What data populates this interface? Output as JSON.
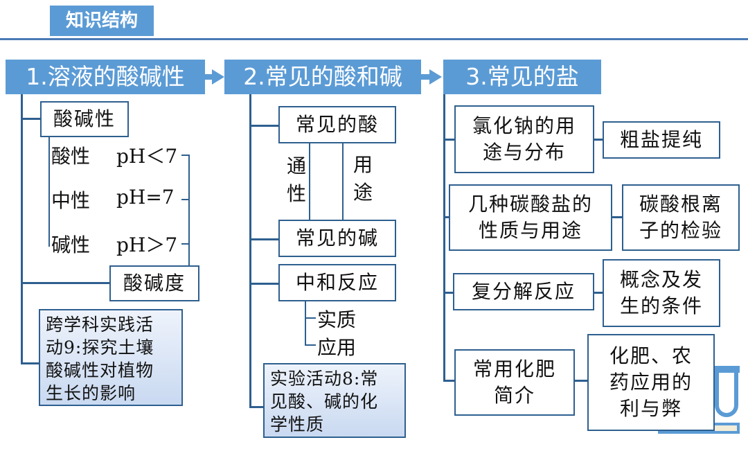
{
  "title": "知识结构",
  "colors": {
    "header_bg": "#5b9bd5",
    "line": "#2e5f8f",
    "note_bg": "#c9d9f1"
  },
  "headers": {
    "h1": "1.溶液的酸碱性",
    "h2": "2.常见的酸和碱",
    "h3": "3.常见的盐"
  },
  "col1": {
    "acidity": "酸碱性",
    "rows": [
      {
        "label": "酸性",
        "value": "pH＜7"
      },
      {
        "label": "中性",
        "value": "pH=7"
      },
      {
        "label": "碱性",
        "value": "pH＞7"
      }
    ],
    "degree": "酸碱度",
    "note": [
      "跨学科实践活",
      "动9:探究土壤",
      "酸碱性对植物",
      "生长的影响"
    ]
  },
  "col2": {
    "acid": "常见的酸",
    "commonality": [
      "通",
      "性"
    ],
    "usage": [
      "用",
      "途"
    ],
    "base": "常见的碱",
    "neutral": "中和反应",
    "essence": "实质",
    "application": "应用",
    "note": [
      "实验活动8:常",
      "见酸、碱的化",
      "学性质"
    ]
  },
  "col3": {
    "items": [
      {
        "left": [
          "氯化钠的用",
          "途与分布"
        ],
        "right": [
          "粗盐提纯"
        ]
      },
      {
        "left": [
          "几种碳酸盐的",
          "性质与用途"
        ],
        "right": [
          "碳酸根离",
          "子的检验"
        ]
      },
      {
        "left": [
          "复分解反应"
        ],
        "right": [
          "概念及发",
          "生的条件"
        ]
      },
      {
        "left": [
          "常用化肥",
          "简介"
        ],
        "right": [
          "化肥、农",
          "药应用的",
          "利与弊"
        ]
      }
    ]
  }
}
